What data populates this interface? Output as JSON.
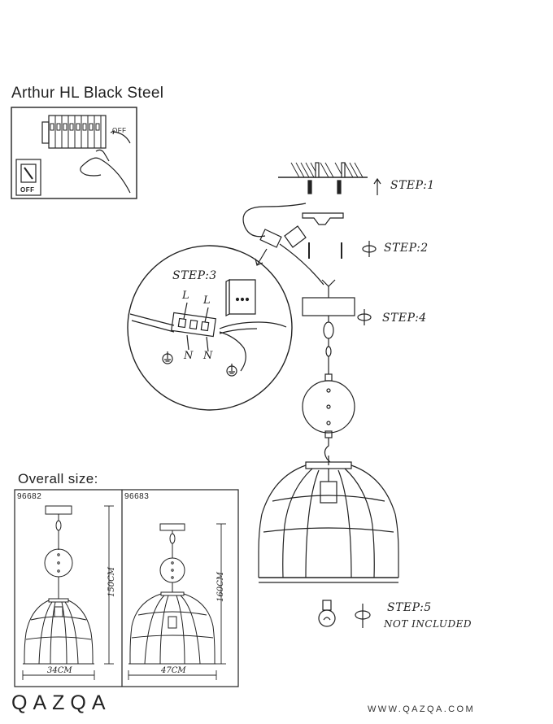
{
  "product_title": "Arthur HL Black Steel",
  "switch_panel": {
    "off_label": "OFF",
    "switch_label": "OFF"
  },
  "steps": {
    "step1": "STEP:1",
    "step2": "STEP:2",
    "step3": "STEP:3",
    "step4": "STEP:4",
    "step5": "STEP:5",
    "step5_note": "NOT INCLUDED"
  },
  "wiring_labels": {
    "l1": "L",
    "l2": "L",
    "n1": "N",
    "n2": "N"
  },
  "overall_size": {
    "heading": "Overall size:",
    "variants": [
      {
        "code": "96682",
        "height": "150CM",
        "width": "34CM"
      },
      {
        "code": "96683",
        "height": "160CM",
        "width": "47CM"
      }
    ]
  },
  "footer": {
    "brand": "QAZQA",
    "website": "WWW.QAZQA.COM"
  }
}
